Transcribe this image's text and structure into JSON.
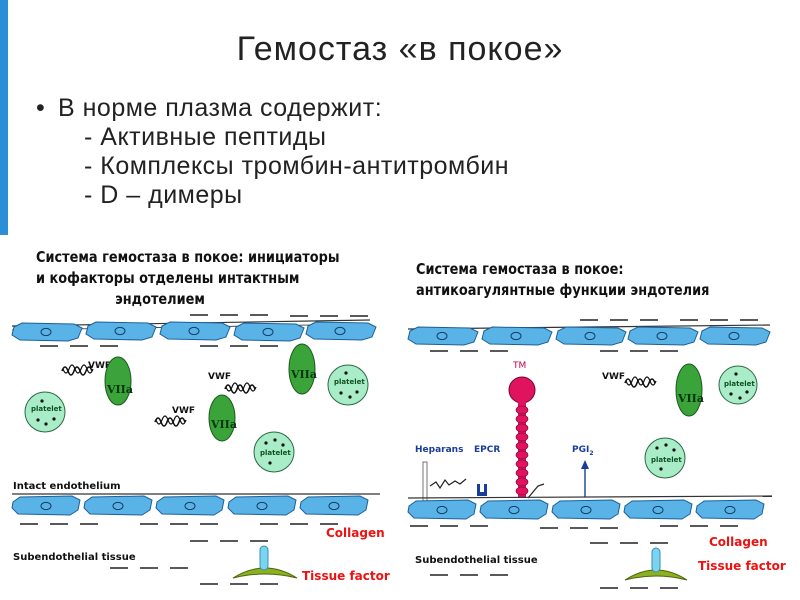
{
  "slide": {
    "title": "Гемостаз «в покое»",
    "bullet_head": "В норме плазма содержит:",
    "lines": [
      "- Активные пептиды",
      "- Комплексы тромбин-антитромбин",
      "- D – димеры"
    ]
  },
  "left_panel": {
    "caption": [
      "Система гемостаза в покое: инициаторы",
      "и кофакторы отделены интактным",
      "эндотелием"
    ],
    "vwf": "VWF",
    "viia": "VIIa",
    "platelet": "platelet",
    "intact_endothelium": "Intact endothelium",
    "subendothelial": "Subendothelial tissue",
    "collagen": "Collagen",
    "tissue_factor": "Tissue factor"
  },
  "right_panel": {
    "caption": [
      "Система гемостаза в покое:",
      "антикоагулянтные функции эндотелия"
    ],
    "tm": "TM",
    "heparans": "Heparans",
    "epcr": "EPCR",
    "pgi": "PGI",
    "pgi_sub": "2",
    "vwf": "VWF",
    "viia": "VIIa",
    "platelet": "platelet",
    "subendothelial": "Subendothelial tissue",
    "collagen": "Collagen",
    "tissue_factor": "Tissue factor"
  },
  "colors": {
    "accent_bar": "#2a8fd6",
    "endothelium": "#5ab3e6",
    "viia": "#3aa33a",
    "platelet": "#a8ecc8",
    "tm": "#e0135f",
    "label_red": "#e11111"
  }
}
